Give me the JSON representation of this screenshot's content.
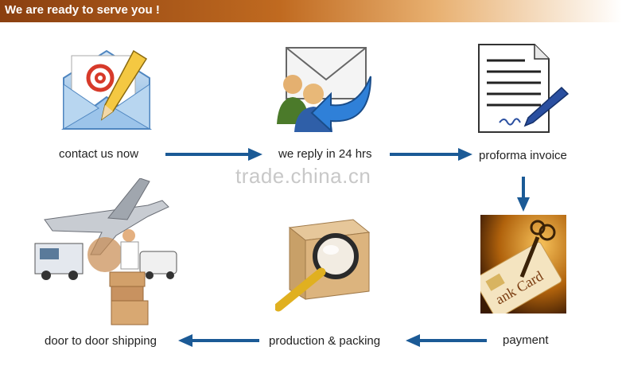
{
  "header": {
    "title": "We are ready to serve you !"
  },
  "watermark": "trade.china.cn",
  "steps": {
    "contact": "contact us now",
    "reply": "we reply in 24 hrs",
    "invoice": "proforma invoice",
    "payment": "payment",
    "production": "production & packing",
    "shipping": "door to door shipping"
  },
  "card_text": "ank Card",
  "colors": {
    "arrow": "#1b5a96",
    "banner_dark": "#8a3f10",
    "banner_light": "#e8b070"
  },
  "icons": {
    "contact": "email-envelope-pencil-icon",
    "reply": "people-reply-arrow-icon",
    "invoice": "document-pen-icon",
    "payment": "bank-card-key-icon",
    "production": "box-magnifier-icon",
    "shipping": "plane-truck-courier-icon"
  }
}
